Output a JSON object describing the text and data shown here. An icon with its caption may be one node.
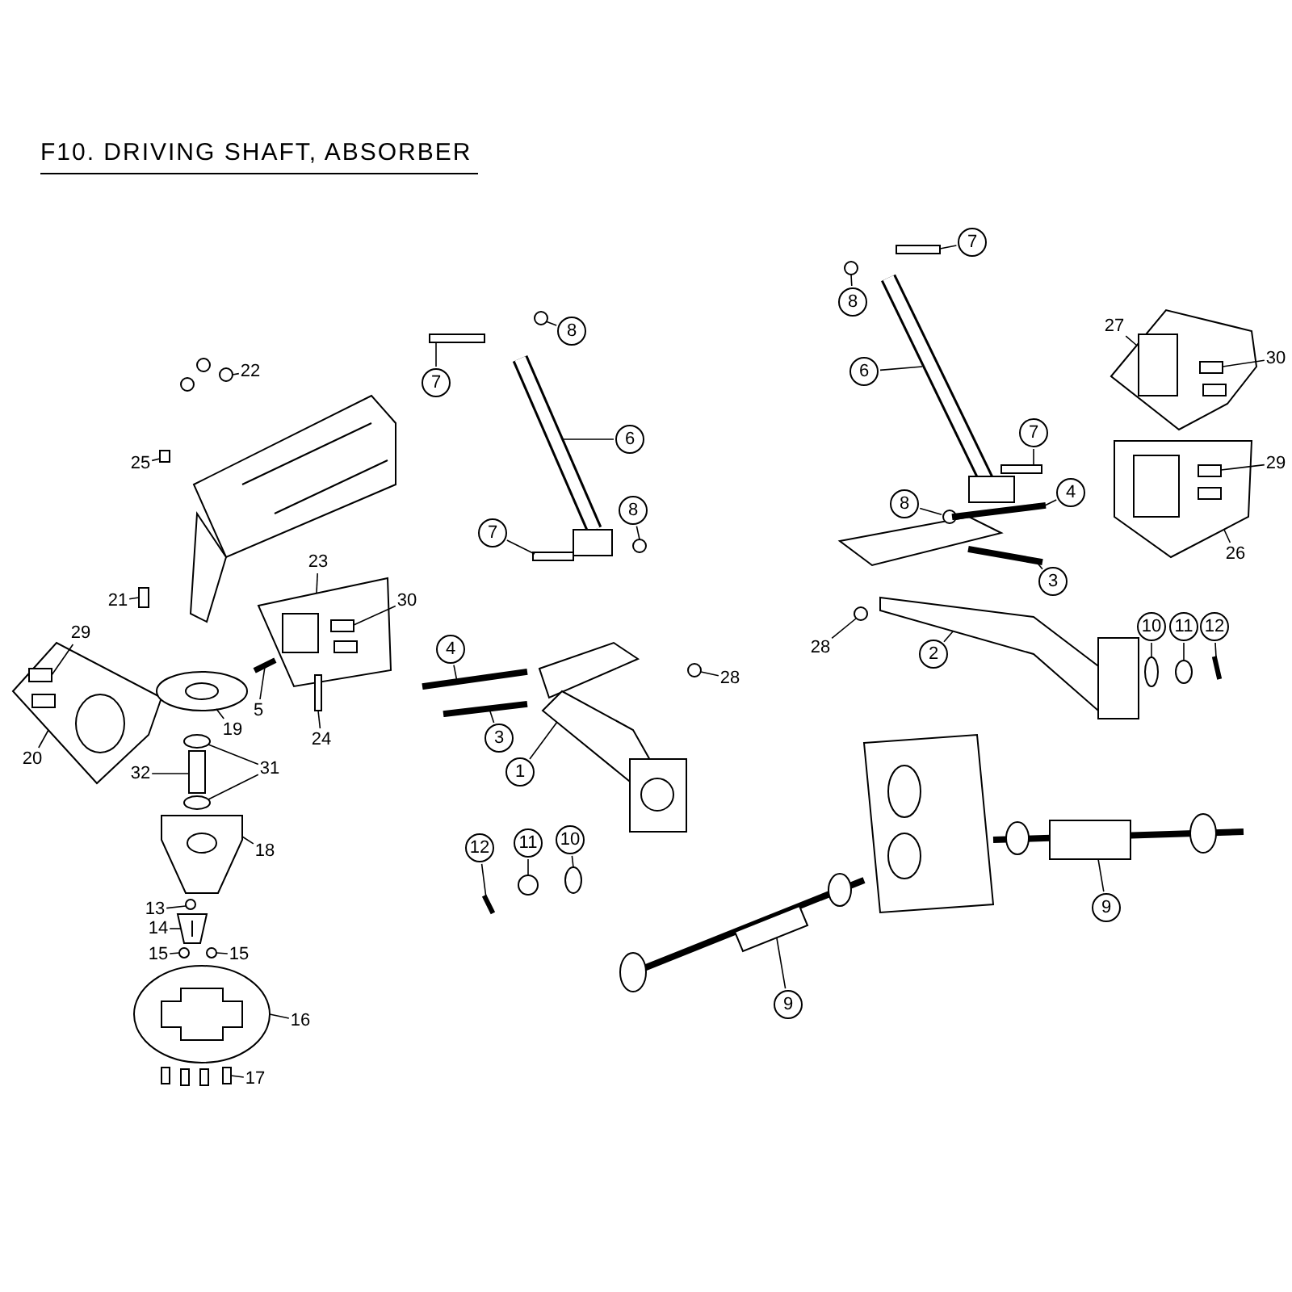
{
  "diagram": {
    "title": "F10. DRIVING SHAFT, ABSORBER",
    "nodes": [
      {
        "text": [
          "22"
        ]
      },
      {
        "text": [
          "25"
        ]
      },
      {
        "text": [
          "23"
        ]
      },
      {
        "text": [
          "21"
        ]
      },
      {
        "text": [
          "30"
        ]
      },
      {
        "text": [
          "29"
        ]
      },
      {
        "text": [
          "5"
        ]
      },
      {
        "text": [
          "19"
        ]
      },
      {
        "text": [
          "24"
        ]
      },
      {
        "text": [
          "20"
        ]
      },
      {
        "text": [
          "31"
        ]
      },
      {
        "text": [
          "32"
        ]
      },
      {
        "text": [
          "18"
        ]
      },
      {
        "text": [
          "13"
        ]
      },
      {
        "text": [
          "14"
        ]
      },
      {
        "text": [
          "15"
        ]
      },
      {
        "text": [
          "15"
        ]
      },
      {
        "text": [
          "16"
        ]
      },
      {
        "text": [
          "17"
        ]
      },
      {
        "text": [
          "7"
        ]
      },
      {
        "text": [
          "8"
        ]
      },
      {
        "text": [
          "6"
        ]
      },
      {
        "text": [
          "8"
        ]
      },
      {
        "text": [
          "7"
        ]
      },
      {
        "text": [
          "4"
        ]
      },
      {
        "text": [
          "28"
        ]
      },
      {
        "text": [
          "3"
        ]
      },
      {
        "text": [
          "1"
        ]
      },
      {
        "text": [
          "12"
        ]
      },
      {
        "text": [
          "11"
        ]
      },
      {
        "text": [
          "10"
        ]
      },
      {
        "text": [
          "9"
        ]
      },
      {
        "text": [
          "8"
        ]
      },
      {
        "text": [
          "7"
        ]
      },
      {
        "text": [
          "6"
        ]
      },
      {
        "text": [
          "27"
        ]
      },
      {
        "text": [
          "30"
        ]
      },
      {
        "text": [
          "7"
        ]
      },
      {
        "text": [
          "8"
        ]
      },
      {
        "text": [
          "29"
        ]
      },
      {
        "text": [
          "4"
        ]
      },
      {
        "text": [
          "26"
        ]
      },
      {
        "text": [
          "3"
        ]
      },
      {
        "text": [
          "28"
        ]
      },
      {
        "text": [
          "2"
        ]
      },
      {
        "text": [
          "10"
        ]
      },
      {
        "text": [
          "11"
        ]
      },
      {
        "text": [
          "12"
        ]
      },
      {
        "text": [
          "9"
        ]
      },
      {
        "text": [],
        "shape": "circle"
      },
      {
        "text": [],
        "shape": "box"
      },
      {
        "text": [],
        "shape": "picture"
      },
      {
        "text": [],
        "shape": "box"
      },
      {
        "text": [],
        "shape": "box",
        "in": 51
      },
      {
        "text": [],
        "shape": "picture"
      },
      {
        "text": [],
        "shape": "box",
        "in": 54
      },
      {
        "text": [],
        "shape": "bar"
      },
      {
        "text": [],
        "shape": "picture"
      },
      {
        "text": [],
        "shape": "box"
      },
      {
        "text": [],
        "shape": "circle"
      },
      {
        "text": [],
        "shape": "circle"
      },
      {
        "text": [],
        "shape": "box"
      },
      {
        "text": [],
        "shape": "picture"
      },
      {
        "text": [],
        "shape": "circle"
      },
      {
        "text": [],
        "shape": "picture"
      },
      {
        "text": [],
        "shape": "circle"
      },
      {
        "text": [],
        "shape": "circle"
      },
      {
        "text": [],
        "shape": "picture"
      },
      {
        "text": [],
        "shape": "box"
      },
      {
        "text": [],
        "shape": "box"
      },
      {
        "text": [],
        "shape": "circle"
      },
      {
        "text": [],
        "shape": "picture"
      },
      {
        "text": [],
        "shape": "circle"
      },
      {
        "text": [],
        "shape": "box"
      },
      {
        "text": [],
        "shape": "bar"
      },
      {
        "text": [],
        "shape": "circle"
      },
      {
        "text": [],
        "shape": "bar"
      },
      {
        "text": [],
        "shape": "picture"
      },
      {
        "text": [],
        "shape": "bar"
      },
      {
        "text": [],
        "shape": "circle"
      },
      {
        "text": [],
        "shape": "circle"
      },
      {
        "text": [],
        "shape": "picture"
      },
      {
        "text": [],
        "shape": "circle"
      },
      {
        "text": [],
        "shape": "box"
      },
      {
        "text": [],
        "shape": "picture"
      },
      {
        "text": [],
        "shape": "picture"
      },
      {
        "text": [],
        "shape": "box",
        "in": 85
      },
      {
        "text": [],
        "shape": "box"
      },
      {
        "text": [],
        "shape": "circle"
      },
      {
        "text": [],
        "shape": "picture"
      },
      {
        "text": [],
        "shape": "box",
        "in": 89
      },
      {
        "text": [],
        "shape": "bar"
      },
      {
        "text": [],
        "shape": "bar"
      },
      {
        "text": [],
        "shape": "circle"
      },
      {
        "text": [],
        "shape": "picture"
      },
      {
        "text": [],
        "shape": "circle"
      },
      {
        "text": [],
        "shape": "circle"
      },
      {
        "text": [],
        "shape": "bar"
      },
      {
        "text": [],
        "shape": "picture"
      }
    ],
    "edges": [
      {
        "from": 0,
        "to": 49,
        "arrow": "none"
      },
      {
        "from": 1,
        "to": 50,
        "arrow": "none"
      },
      {
        "from": 2,
        "to": 51,
        "arrow": "none"
      },
      {
        "from": 3,
        "to": 52,
        "arrow": "none"
      },
      {
        "from": 4,
        "to": 53,
        "arrow": "none"
      },
      {
        "from": 5,
        "to": 55,
        "arrow": "none"
      },
      {
        "from": 6,
        "to": 56,
        "arrow": "none"
      },
      {
        "from": 7,
        "to": 57,
        "arrow": "none"
      },
      {
        "from": 8,
        "to": 58,
        "arrow": "none"
      },
      {
        "from": 9,
        "to": 54,
        "arrow": "none"
      },
      {
        "from": 10,
        "to": 59,
        "arrow": "none"
      },
      {
        "from": 10,
        "to": 60,
        "arrow": "none"
      },
      {
        "from": 11,
        "to": 61,
        "arrow": "none"
      },
      {
        "from": 12,
        "to": 62,
        "arrow": "none"
      },
      {
        "from": 13,
        "to": 63,
        "arrow": "none"
      },
      {
        "from": 14,
        "to": 64,
        "arrow": "none"
      },
      {
        "from": 15,
        "to": 65,
        "arrow": "none"
      },
      {
        "from": 16,
        "to": 66,
        "arrow": "none"
      },
      {
        "from": 17,
        "to": 67,
        "arrow": "none"
      },
      {
        "from": 18,
        "to": 68,
        "arrow": "none"
      },
      {
        "from": 19,
        "to": 69,
        "arrow": "none"
      },
      {
        "from": 20,
        "to": 70,
        "arrow": "none"
      },
      {
        "from": 21,
        "to": 71,
        "arrow": "none"
      },
      {
        "from": 22,
        "to": 72,
        "arrow": "none"
      },
      {
        "from": 23,
        "to": 73,
        "arrow": "none"
      },
      {
        "from": 24,
        "to": 74,
        "arrow": "none"
      },
      {
        "from": 25,
        "to": 75,
        "arrow": "none"
      },
      {
        "from": 26,
        "to": 76,
        "arrow": "none"
      },
      {
        "from": 27,
        "to": 77,
        "arrow": "none"
      },
      {
        "from": 28,
        "to": 78,
        "arrow": "none"
      },
      {
        "from": 29,
        "to": 79,
        "arrow": "none"
      },
      {
        "from": 30,
        "to": 80,
        "arrow": "none"
      },
      {
        "from": 31,
        "to": 81,
        "arrow": "none"
      },
      {
        "from": 32,
        "to": 82,
        "arrow": "none"
      },
      {
        "from": 33,
        "to": 83,
        "arrow": "none"
      },
      {
        "from": 34,
        "to": 84,
        "arrow": "none"
      },
      {
        "from": 35,
        "to": 85,
        "arrow": "none"
      },
      {
        "from": 36,
        "to": 86,
        "arrow": "none"
      },
      {
        "from": 37,
        "to": 87,
        "arrow": "none"
      },
      {
        "from": 38,
        "to": 88,
        "arrow": "none"
      },
      {
        "from": 39,
        "to": 90,
        "arrow": "none"
      },
      {
        "from": 40,
        "to": 91,
        "arrow": "none"
      },
      {
        "from": 41,
        "to": 89,
        "arrow": "none"
      },
      {
        "from": 42,
        "to": 92,
        "arrow": "none"
      },
      {
        "from": 43,
        "to": 93,
        "arrow": "none"
      },
      {
        "from": 44,
        "to": 94,
        "arrow": "none"
      },
      {
        "from": 45,
        "to": 95,
        "arrow": "none"
      },
      {
        "from": 46,
        "to": 96,
        "arrow": "none"
      },
      {
        "from": 47,
        "to": 97,
        "arrow": "none"
      },
      {
        "from": 48,
        "to": 98,
        "arrow": "none"
      }
    ]
  }
}
